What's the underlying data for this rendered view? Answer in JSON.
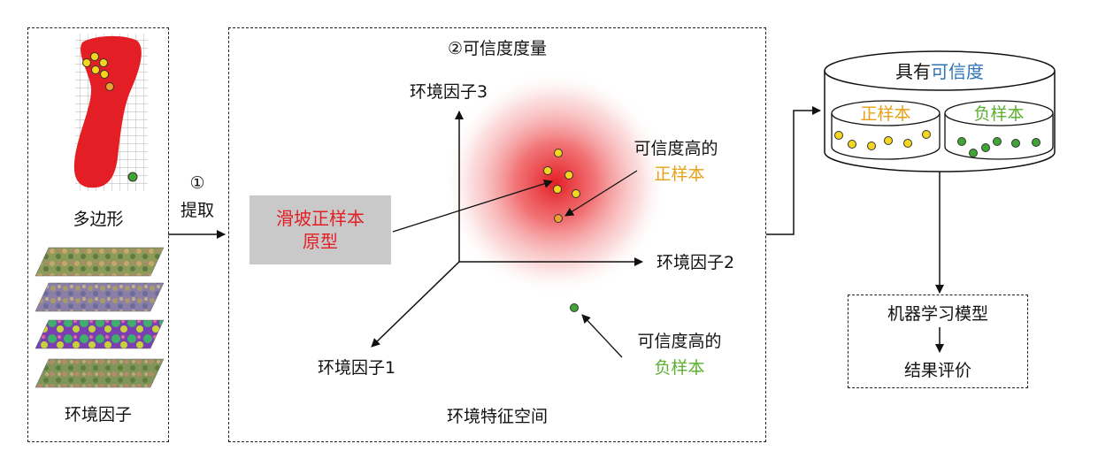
{
  "left_panel": {
    "polygon_label": "多边形",
    "factors_label": "环境因子"
  },
  "extract": {
    "number": "①",
    "label": "提取"
  },
  "center_panel": {
    "title": "②可信度度量",
    "bottom_label": "环境特征空间",
    "axis_z": "环境因子3",
    "axis_x": "环境因子2",
    "axis_y": "环境因子1",
    "prototype_line1": "滑坡正样本",
    "prototype_line2": "原型",
    "high_pos_line1": "可信度高的",
    "high_pos_line2": "正样本",
    "high_neg_line1": "可信度高的",
    "high_neg_line2": "负样本"
  },
  "database": {
    "title_prefix": "具有",
    "title_highlight": "可信度",
    "positive": "正样本",
    "negative": "负样本"
  },
  "model": {
    "line1": "机器学习模型",
    "line2": "结果评价"
  },
  "colors": {
    "red": "#e31e24",
    "yellow": "#f5d61e",
    "green": "#3fa535",
    "blue": "#2f75b5",
    "orange_text": "#e6a117",
    "green_text": "#5bb030",
    "prototype_bg": "#c9c9c9"
  }
}
